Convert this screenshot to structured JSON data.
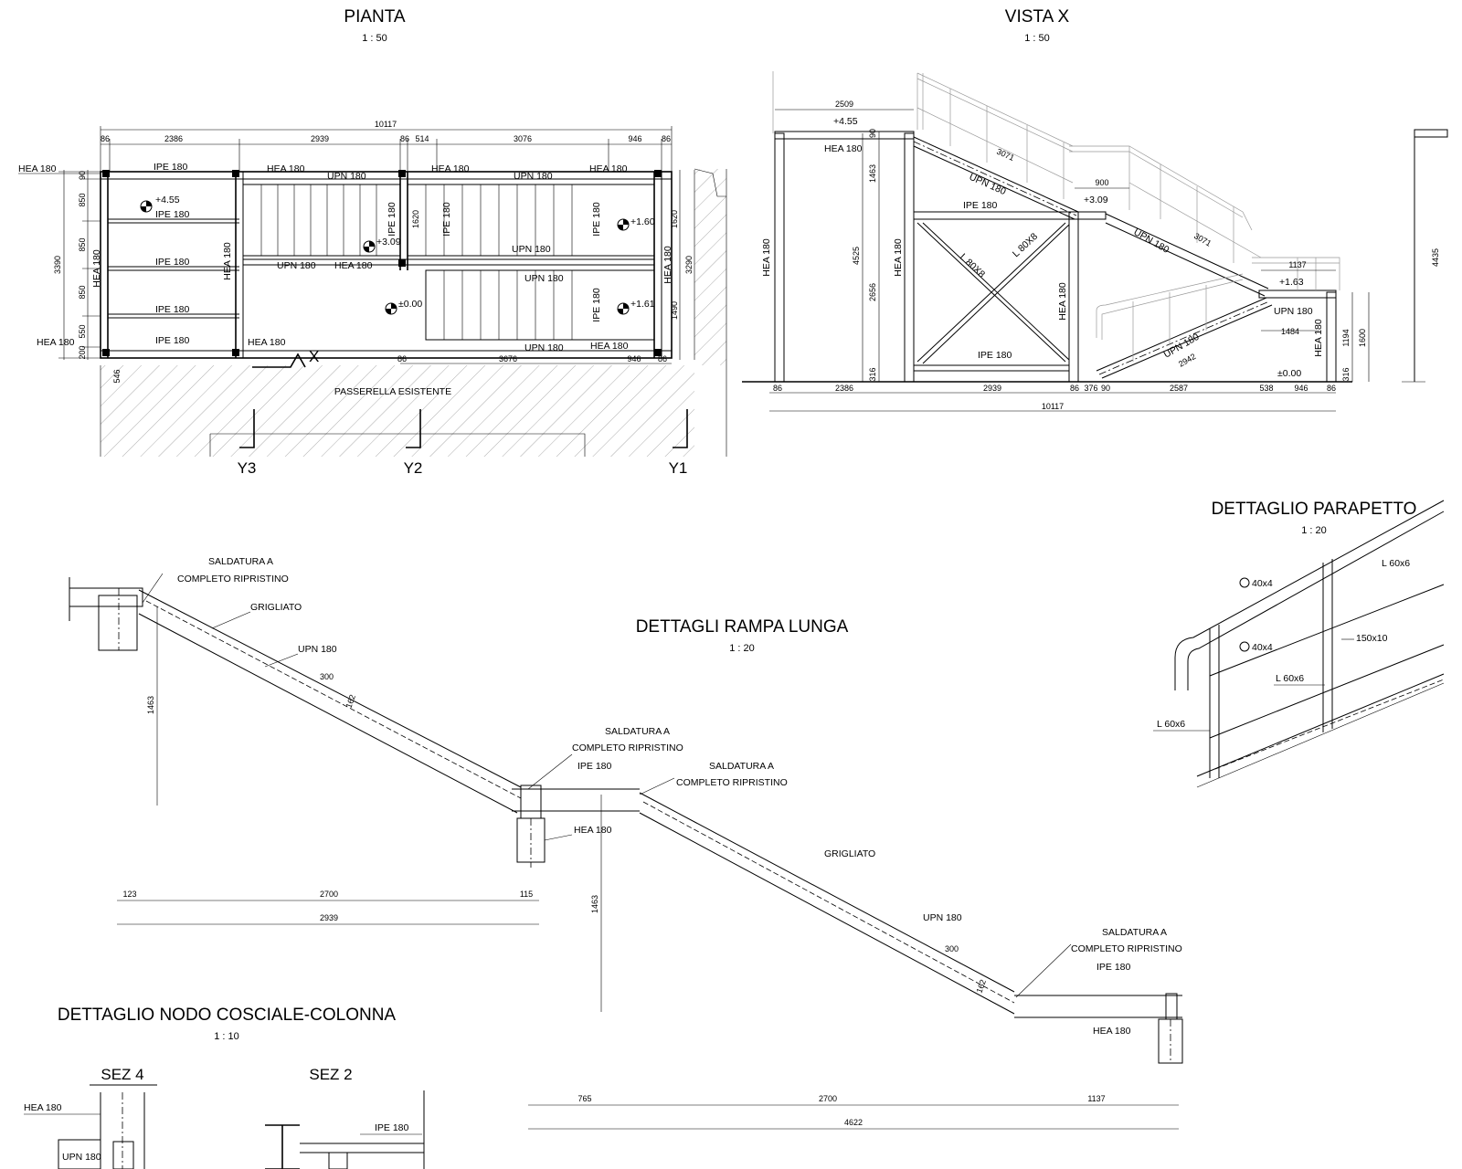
{
  "titles": {
    "pianta": "PIANTA",
    "pianta_scale": "1 : 50",
    "vista": "VISTA X",
    "vista_scale": "1 : 50",
    "rampa": "DETTAGLI RAMPA LUNGA",
    "rampa_scale": "1 : 20",
    "parapetto": "DETTAGLIO PARAPETTO",
    "parapetto_scale": "1 : 20",
    "nodo": "DETTAGLIO NODO COSCIALE-COLONNA",
    "nodo_scale": "1 : 10",
    "sez4": "SEZ 4",
    "sez2": "SEZ 2"
  },
  "plan": {
    "dims_top": [
      "86",
      "2386",
      "2939",
      "86",
      "514",
      "3076",
      "946",
      "86"
    ],
    "dim_total": "10117",
    "dims_left": [
      "90",
      "850",
      "850",
      "850",
      "550",
      "200"
    ],
    "dim_left_total": "3390",
    "dims_right": [
      "1620",
      "1490"
    ],
    "dim_right_total": "3290",
    "dims_bottom": [
      "86",
      "3676",
      "946",
      "86"
    ],
    "dim_546": "546",
    "beams": {
      "hea": "HEA 180",
      "ipe": "IPE 180",
      "upn": "UPN 180"
    },
    "elev": {
      "e455": "+4.55",
      "e309": "+3.09",
      "e160": "+1.60",
      "e000": "±0.00",
      "e161": "+1.61"
    },
    "dim_1620": "1620",
    "passerella": "PASSERELLA ESISTENTE",
    "cut_x": "X",
    "cuts": [
      "Y3",
      "Y2",
      "Y1"
    ]
  },
  "vista": {
    "dim_2509": "2509",
    "elev_455": "+4.55",
    "dim_90": "90",
    "dim_1463": "1463",
    "dim_4525": "4525",
    "dim_2656": "2656",
    "dim_3071a": "3071",
    "dim_3071b": "3071",
    "dim_900": "900",
    "elev_309": "+3.09",
    "dim_1137": "1137",
    "elev_163": "+1.63",
    "dim_1484": "1484",
    "dim_2942": "2942",
    "dim_1194": "1194",
    "dim_1600": "1600",
    "dim_316a": "316",
    "dim_316b": "316",
    "elev_000": "±0.00",
    "dim_4435": "4435",
    "bottom_dims": [
      "86",
      "2386",
      "2939",
      "86",
      "376",
      "90",
      "2587",
      "538",
      "946",
      "86"
    ],
    "total": "10117",
    "bracing": "L 80X8"
  },
  "rampa": {
    "weld1": "SALDATURA A",
    "weld2": "COMPLETO RIPRISTINO",
    "grigliato": "GRIGLIATO",
    "upn": "UPN 180",
    "ipe": "IPE 180",
    "hea": "HEA 180",
    "d300": "300",
    "d162": "162",
    "d1463": "1463",
    "dA": [
      "123",
      "2700",
      "115"
    ],
    "dA_total": "2939",
    "dB": [
      "765",
      "2700",
      "1137"
    ],
    "dB_total": "4622"
  },
  "parapetto": {
    "tube1": "40x4",
    "tube2": "40x4",
    "flat": "150x10",
    "l1": "L 60x6",
    "l2": "L 60x6",
    "l3": "L 60x6"
  },
  "nodo": {
    "hea": "HEA 180",
    "upn": "UPN 180",
    "ipe": "IPE 180"
  }
}
